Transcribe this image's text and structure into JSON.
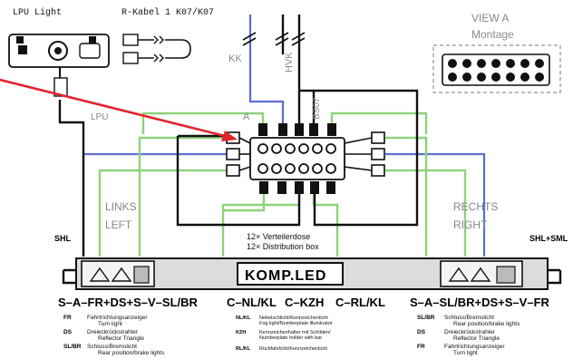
{
  "labels": {
    "lpu_light": "LPU Light",
    "r_kabel": "R-Kabel 1  K07/K07",
    "view_a": "VIEW A",
    "montage": "Montage",
    "kk": "KK",
    "hvk": "HVK",
    "lpu": "LPU",
    "a": "A",
    "bs07": "BS07",
    "links": "LINKS",
    "left": "LEFT",
    "rechts": "RECHTS",
    "right": "RIGHT",
    "verteilerdose": "12× Verteilerdose",
    "distribution_box": "12× Distribution box",
    "shl": "SHL",
    "shl_sml": "SHL+SML",
    "komp_led": "KOMP.LED"
  },
  "left_lamp": {
    "code_line": "S–A–FR+DS+S–V–SL/BR",
    "legend": [
      {
        "code": "FR",
        "de": "Fahrtrichtungsanzeiger",
        "en": "Turn light"
      },
      {
        "code": "DS",
        "de": "Dreieckrückstrahler",
        "en": "Reflector Triangle"
      },
      {
        "code": "SL/BR",
        "de": "Schluss/Bremslicht",
        "en": "Rear position/brake lights"
      }
    ]
  },
  "center_lamp": {
    "codes": [
      "C–NL/KL",
      "C–KZH",
      "C–RL/KL"
    ],
    "legend": [
      {
        "code": "NL/KL",
        "de": "Nebelschlicht/Kennzeichenlicht",
        "en": "Fog light/Numberplate illuminator"
      },
      {
        "code": "KZH",
        "de": "Kennzeichenhalter mit Schilden/",
        "en": "Numberplate holder with bar"
      },
      {
        "code": "RL/KL",
        "de": "Rückfahrlicht/Kennzeichenlicht",
        "en": ""
      }
    ]
  },
  "right_lamp": {
    "code_line": "S–A–SL/BR+DS+S–V–FR",
    "legend": [
      {
        "code": "SL/BR",
        "de": "Schluss/Bremslicht",
        "en": "Rear position/brake lights"
      },
      {
        "code": "DS",
        "de": "Dreieckrückstrahler",
        "en": "Reflector Triangle"
      },
      {
        "code": "FR",
        "de": "Fahrtrichtungsanzeiger",
        "en": "Turn light"
      }
    ]
  },
  "colors": {
    "green": "#8fd27a",
    "blue": "#5a6fd0",
    "black": "#111111",
    "red": "#e0262a",
    "gray": "#8a8a8a"
  }
}
